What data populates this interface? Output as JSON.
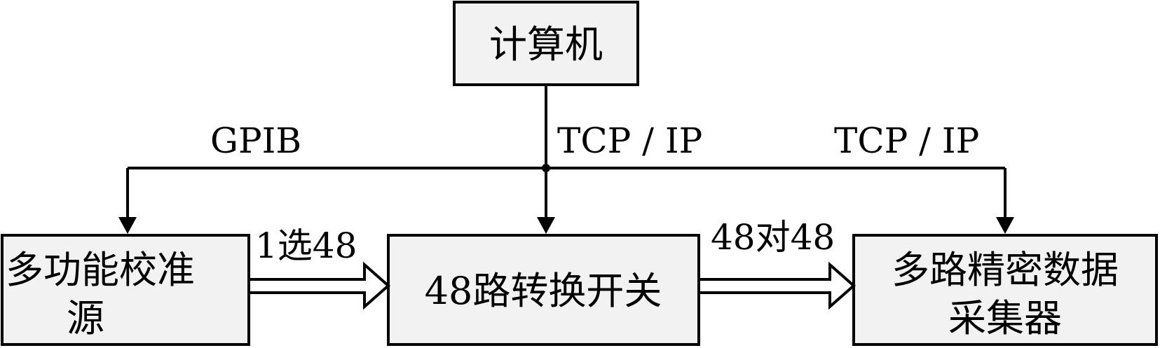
{
  "nodes": {
    "computer": "计算机",
    "calibrator_line1": "多功能校准",
    "calibrator_line2": "源",
    "switch": "48路转换开关",
    "acquisition_line1": "多路精密数据",
    "acquisition_line2": "采集器"
  },
  "edges": {
    "gpib": "GPIB",
    "tcpip_center": "TCP / IP",
    "tcpip_right": "TCP / IP",
    "one_of_48": "1选48",
    "48_to_48": "48对48"
  }
}
